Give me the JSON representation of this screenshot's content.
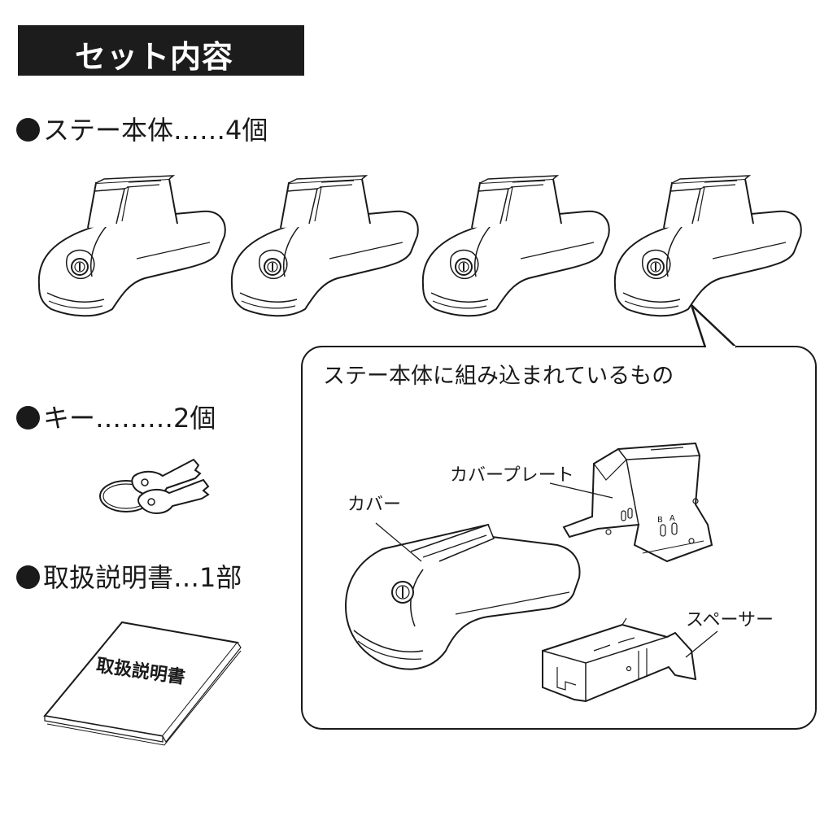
{
  "header": {
    "title": "セット内容"
  },
  "items": [
    {
      "name": "ステー本体",
      "leader": "……",
      "qty": "4個"
    },
    {
      "name": "キー",
      "leader": "………",
      "qty": "2個"
    },
    {
      "name": "取扱説明書",
      "leader": "…",
      "qty": "1部"
    }
  ],
  "manual": {
    "cover_text": "取扱説明書"
  },
  "detail": {
    "title": "ステー本体に組み込まれているもの",
    "parts": {
      "cover": "カバー",
      "cover_plate": "カバープレート",
      "spacer": "スペーサー",
      "mark_b": "B",
      "mark_a": "A"
    }
  }
}
